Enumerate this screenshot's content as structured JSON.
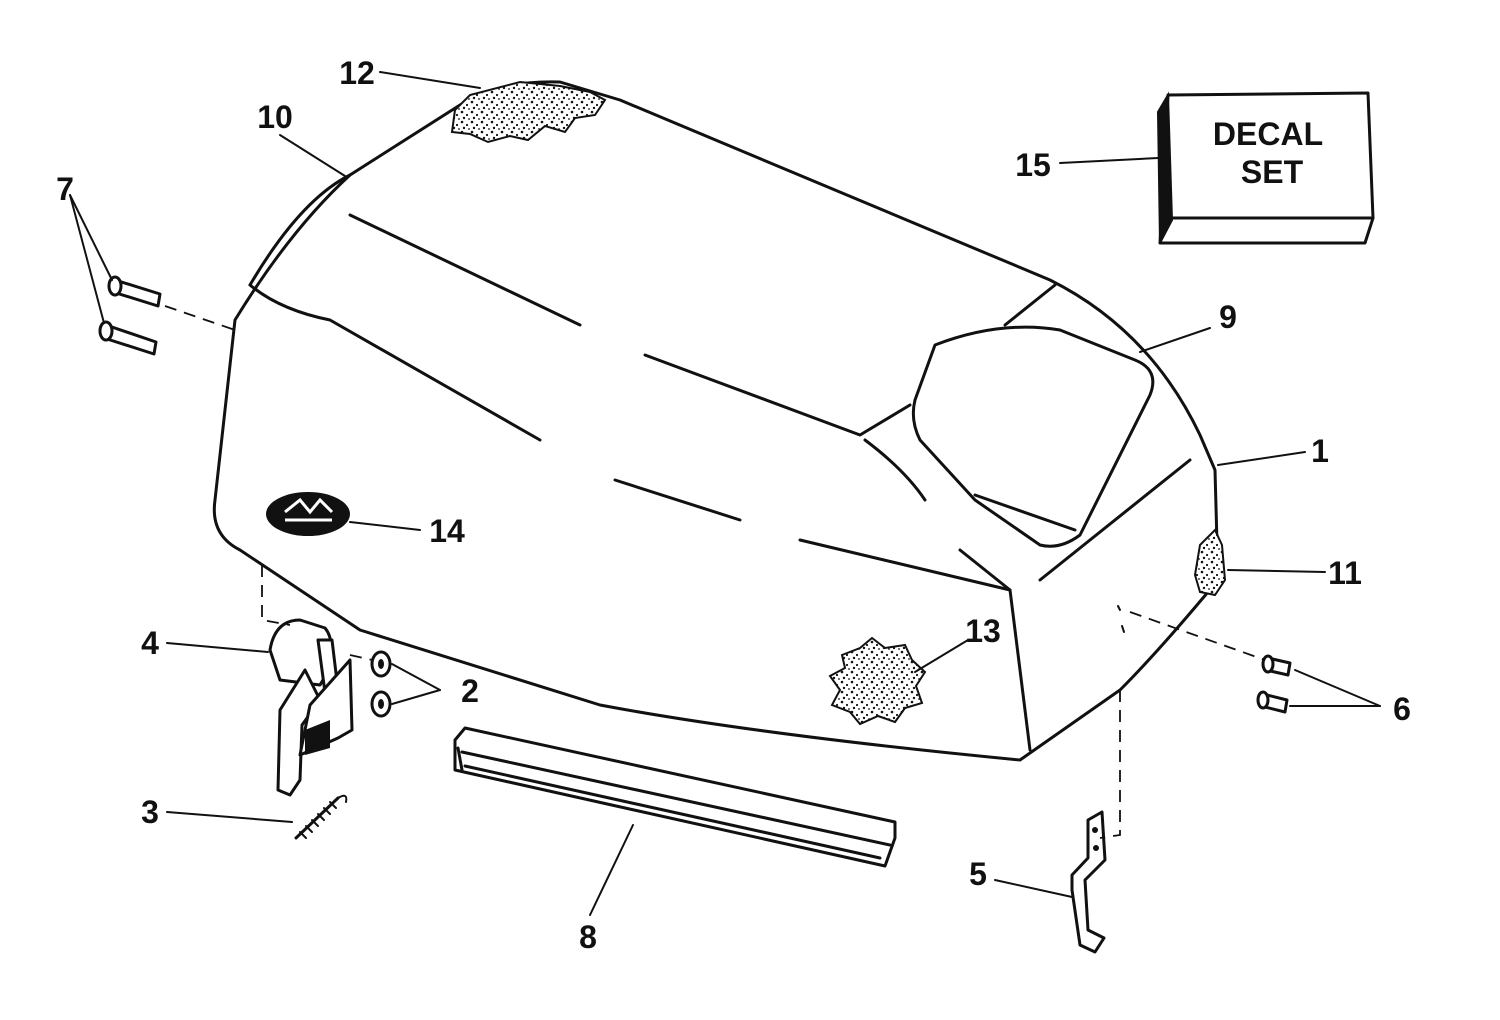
{
  "callouts": {
    "c1": "1",
    "c2": "2",
    "c3": "3",
    "c4": "4",
    "c5": "5",
    "c6": "6",
    "c7": "7",
    "c8": "8",
    "c9": "9",
    "c10": "10",
    "c11": "11",
    "c12": "12",
    "c13": "13",
    "c14": "14",
    "c15": "15"
  },
  "decal_box": {
    "line1": "DECAL",
    "line2": "SET"
  }
}
